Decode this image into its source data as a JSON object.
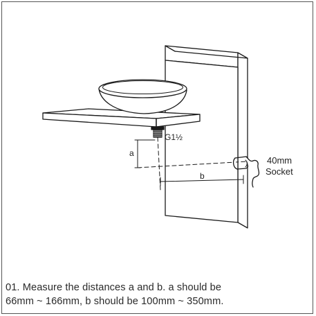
{
  "labels": {
    "dimension_a": "a",
    "dimension_b": "b",
    "thread_size": "G1½",
    "socket_size": "40mm",
    "socket_word": "Socket"
  },
  "caption": {
    "line1": "01. Measure the distances a and b. a should be",
    "line2": "66mm ~ 166mm, b should be 100mm ~ 350mm."
  }
}
